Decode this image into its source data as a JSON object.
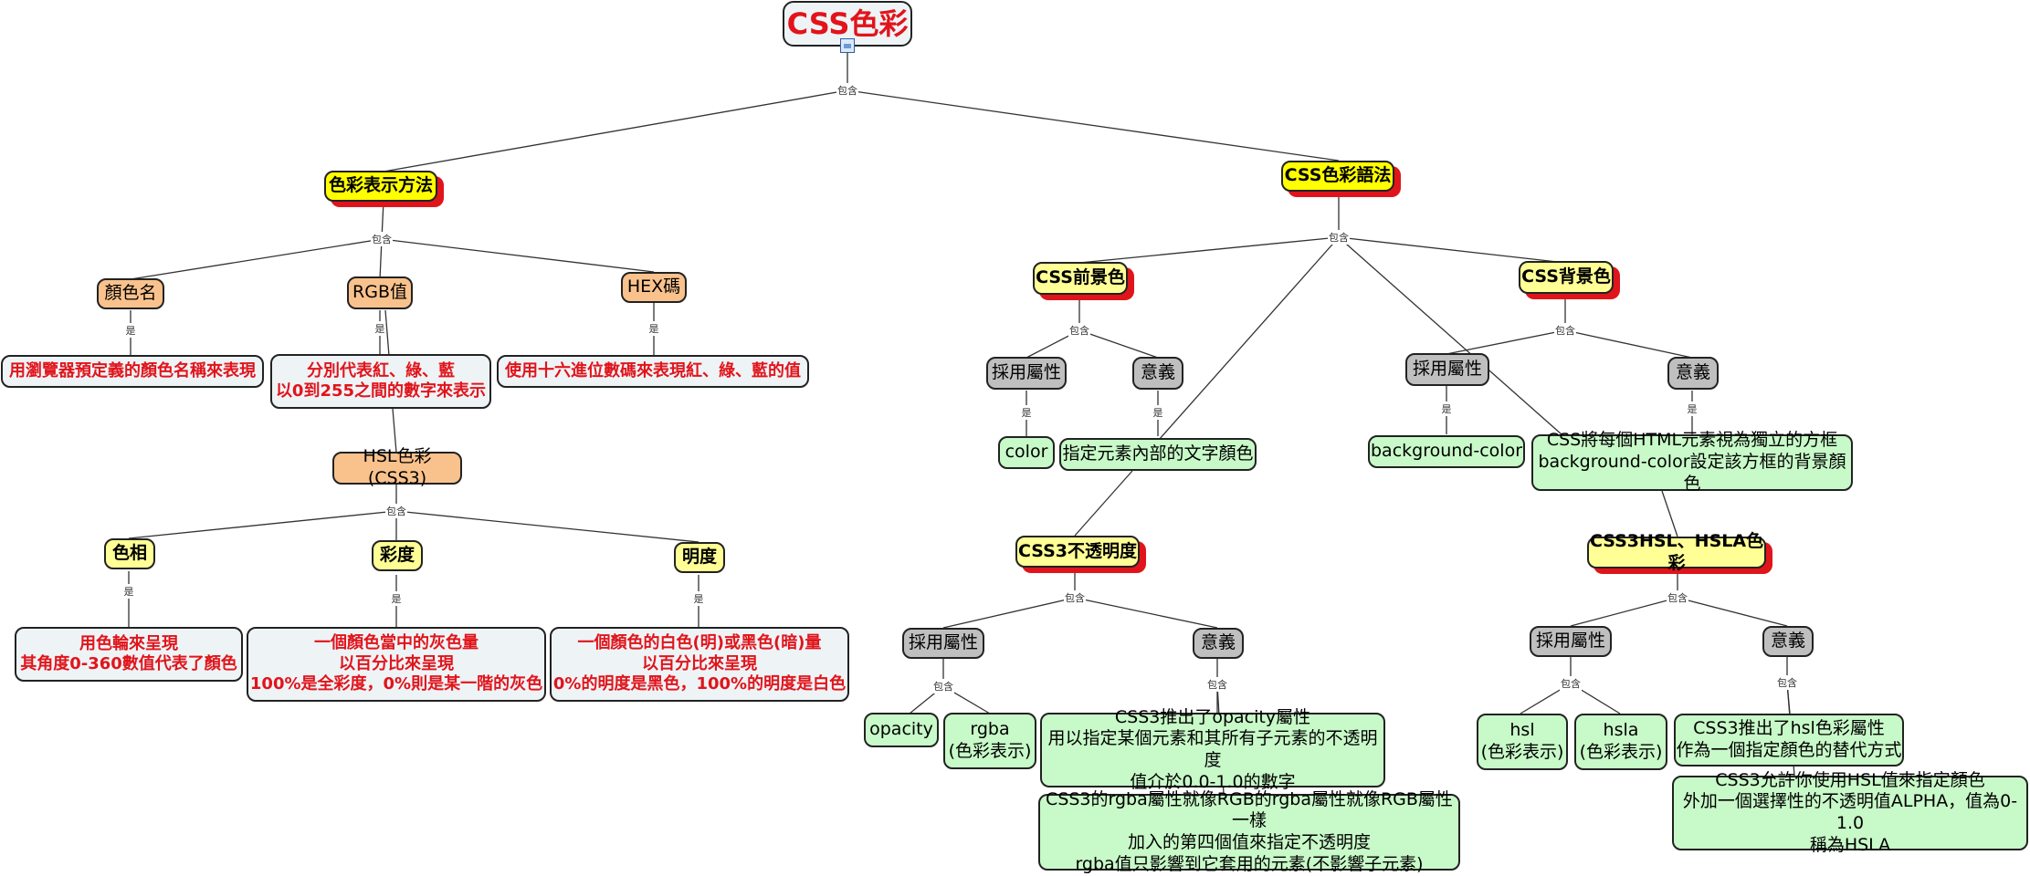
{
  "root": "CSS色彩",
  "rel_contains": "包含",
  "rel_is": "是",
  "left": {
    "title": "色彩表示方法",
    "color_name": {
      "label": "顏色名",
      "desc": "用瀏覽器預定義的顏色名稱來表現"
    },
    "rgb": {
      "label": "RGB值",
      "desc": "分別代表紅、綠、藍\n以0到255之間的數字來表示"
    },
    "hex": {
      "label": "HEX碼",
      "desc": "使用十六進位數碼來表現紅、綠、藍的值"
    },
    "hsl": {
      "label": "HSL色彩(CSS3)",
      "hue": {
        "label": "色相",
        "desc": "用色輪來呈現\n其角度0-360數值代表了顏色"
      },
      "sat": {
        "label": "彩度",
        "desc": "一個顏色當中的灰色量\n以百分比來呈現\n100%是全彩度，0%則是某一階的灰色"
      },
      "light": {
        "label": "明度",
        "desc": "一個顏色的白色(明)或黑色(暗)量\n以百分比來呈現\n0%的明度是黑色，100%的明度是白色"
      }
    }
  },
  "right": {
    "title": "CSS色彩語法",
    "fg": {
      "label": "CSS前景色",
      "attr": "採用屬性",
      "meaning": "意義",
      "attr_val": "color",
      "meaning_val": "指定元素內部的文字顏色"
    },
    "bg": {
      "label": "CSS背景色",
      "attr": "採用屬性",
      "meaning": "意義",
      "attr_val": "background-color",
      "meaning_val": "CSS將每個HTML元素視為獨立的方框\nbackground-color設定該方框的背景顏色"
    },
    "opacity": {
      "label": "CSS3不透明度",
      "attr": "採用屬性",
      "meaning": "意義",
      "val1": "opacity",
      "val2": "rgba\n(色彩表示)",
      "desc1": "CSS3推出了opacity屬性\n用以指定某個元素和其所有子元素的不透明度\n值介於0.0-1.0的數字",
      "desc2": "CSS3的rgba屬性就像RGB的rgba屬性就像RGB屬性一樣\n加入的第四個值來指定不透明度\nrgba值只影響到它套用的元素(不影響子元素)"
    },
    "hsla": {
      "label": "CSS3HSL、HSLA色彩",
      "attr": "採用屬性",
      "meaning": "意義",
      "val1": "hsl\n(色彩表示)",
      "val2": "hsla\n(色彩表示)",
      "desc1": "CSS3推出了hsl色彩屬性\n作為一個指定顏色的替代方式",
      "desc2": "CSS3允許你使用HSL值來指定顏色\n外加一個選擇性的不透明值ALPHA，值為0-1.0\n稱為HSLA"
    }
  },
  "colors": {
    "accent_red": "#e1141b",
    "yellow": "#ffff00",
    "orange": "#f9c28c",
    "gray": "#bfbfbf",
    "green": "#c8f9c8"
  }
}
